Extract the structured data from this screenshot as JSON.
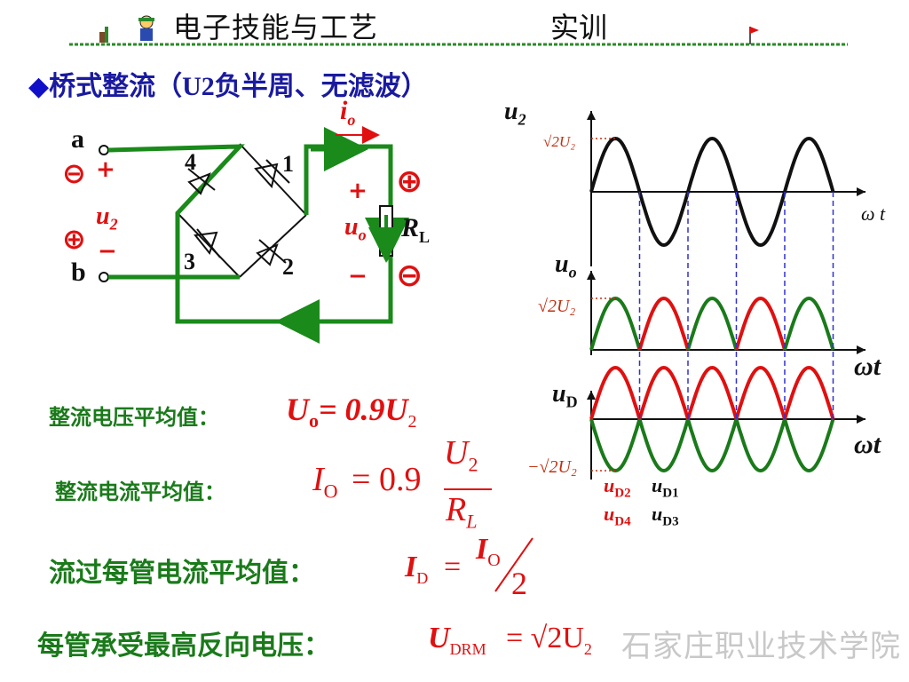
{
  "header": {
    "title": "电子技能与工艺",
    "subtitle": "实训"
  },
  "heading": {
    "bullet": "◆",
    "prefix": "桥式整流（",
    "u2": "U2",
    "suffix": "负半周、无滤波）"
  },
  "circuit": {
    "node_a": "a",
    "node_b": "b",
    "plus_a": "+",
    "minus_b": "−",
    "u2_label": "u",
    "u2_sub": "2",
    "d1": "1",
    "d2": "2",
    "d3": "3",
    "d4": "4",
    "io_label": "i",
    "io_sub": "o",
    "uo_plus": "+",
    "uo_label": "u",
    "uo_sub": "o",
    "uo_minus": "−",
    "rl_label": "R",
    "rl_sub": "L",
    "circle_plus": "⊕",
    "circle_minus": "⊖"
  },
  "waveforms": {
    "u2_axis": "u",
    "u2_axis_sub": "2",
    "u2_peak": "√2U₂",
    "u2_xaxis": "ω t",
    "uo_axis": "u",
    "uo_axis_sub": "o",
    "uo_peak": "√2U₂",
    "uo_xaxis": "ωt",
    "ud_axis": "u",
    "ud_axis_sub": "D",
    "ud_peak": "−√2U₂",
    "ud_xaxis": "ωt",
    "ud_legend": [
      {
        "text": "u",
        "sub": "D2",
        "color": "#e01010"
      },
      {
        "text": "u",
        "sub": "D1",
        "color": "#111111"
      },
      {
        "text": "u",
        "sub": "D4",
        "color": "#e01010"
      },
      {
        "text": "u",
        "sub": "D3",
        "color": "#111111"
      }
    ],
    "colors": {
      "u2": "#111111",
      "pos_half": "#1a7a1a",
      "neg_half": "#e01010",
      "dashed": "#3030d0"
    }
  },
  "formulas": {
    "avg_voltage_label": "整流电压平均值：",
    "avg_voltage_expr": "U",
    "avg_voltage_sub": "o",
    "avg_voltage_rhs": "= 0.9U",
    "avg_voltage_rhs_sub": "2",
    "avg_current_label": "整流电流平均值：",
    "avg_current_lhs": "I",
    "avg_current_lhs_sub": "O",
    "avg_current_eq": "= 0.9",
    "avg_current_num": "U",
    "avg_current_num_sub": "2",
    "avg_current_den": "R",
    "avg_current_den_sub": "L",
    "diode_current_label": "流过每管电流平均值：",
    "diode_current_lhs": "I",
    "diode_current_lhs_sub": "D",
    "diode_current_eq": "=",
    "diode_current_num": "I",
    "diode_current_num_sub": "O",
    "diode_current_den": "2",
    "reverse_voltage_label": "每管承受最高反向电压：",
    "reverse_voltage_lhs": "U",
    "reverse_voltage_lhs_sub": "DRM",
    "reverse_voltage_rhs": "= √2U",
    "reverse_voltage_rhs_sub": "2"
  },
  "watermark": "石家庄职业技术学院"
}
